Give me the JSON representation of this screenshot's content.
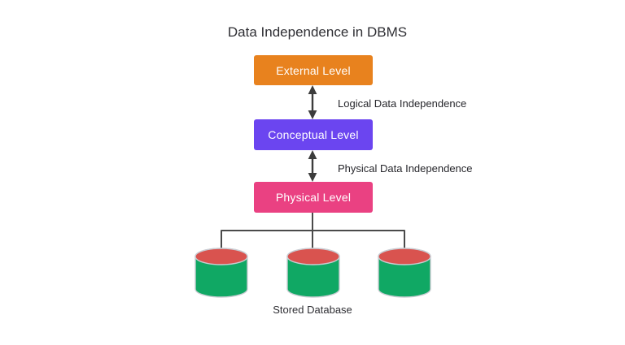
{
  "title": "Data Independence in DBMS",
  "levels": [
    {
      "label": "External Level",
      "color": "#E8821E"
    },
    {
      "label": "Conceptual Level",
      "color": "#6B45F0"
    },
    {
      "label": "Physical Level",
      "color": "#EA4182"
    }
  ],
  "independence_labels": [
    {
      "label": "Logical Data Independence"
    },
    {
      "label": "Physical Data Independence"
    }
  ],
  "storage": {
    "label": "Stored Database",
    "cylinder_count": 3
  },
  "colors": {
    "cylinder_body": "#10A864",
    "cylinder_top": "#D9534F",
    "cylinder_outline": "#C9CCD2",
    "connector_line": "#4A4A4A",
    "arrow": "#3C3C3C",
    "title_text": "#2E2E33",
    "label_text": "#26262B",
    "box_text": "#FFFFFF"
  }
}
